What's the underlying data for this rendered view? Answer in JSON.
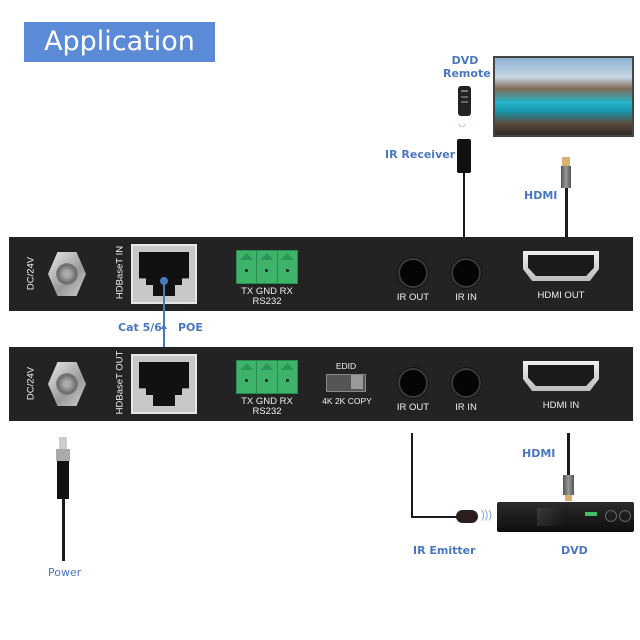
{
  "title": "Application",
  "colors": {
    "accent": "#5b8ad6",
    "label": "#4a78c0",
    "panel": "#232323",
    "terminal": "#3eb46a"
  },
  "labels": {
    "dvd_remote_line1": "DVD",
    "dvd_remote_line2": "Remote",
    "ir_receiver": "IR Receiver",
    "hdmi_top": "HDMI",
    "cat_cable": "Cat 5/6",
    "poe": "POE",
    "hdmi_bottom": "HDMI",
    "ir_emitter": "IR Emitter",
    "dvd": "DVD",
    "power": "Power"
  },
  "receiver": {
    "dc": "DC/24V",
    "hdbaset": "HDBaseT IN",
    "rs232_pins": "TX GND RX",
    "rs232": "RS232",
    "ir_out": "IR OUT",
    "ir_in": "IR IN",
    "hdmi": "HDMI OUT"
  },
  "transmitter": {
    "dc": "DC/24V",
    "hdbaset": "HDBaseT OUT",
    "rs232_pins": "TX GND RX",
    "rs232": "RS232",
    "edid": "EDID",
    "edid_options": "4K 2K COPY",
    "ir_out": "IR OUT",
    "ir_in": "IR IN",
    "hdmi": "HDMI IN"
  },
  "icons": {
    "remote": "remote-control-icon",
    "tv": "television-icon",
    "ir_receiver": "ir-receiver-icon",
    "hdmi_cable": "hdmi-cable-icon",
    "power_plug": "power-plug-icon",
    "ir_emitter": "ir-emitter-icon",
    "dvd_player": "dvd-player-icon",
    "signal": "ir-signal-icon",
    "arrow": "arrow-up-icon"
  }
}
